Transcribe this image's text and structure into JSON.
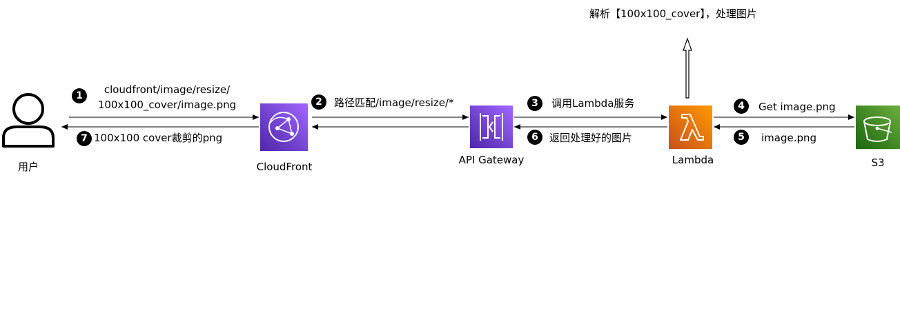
{
  "nodes": {
    "user": "用户",
    "cloudfront": "CloudFront",
    "api_gateway": "API Gateway",
    "lambda": "Lambda",
    "s3": "S3"
  },
  "top_note": "解析【100x100_cover】，处理图片",
  "steps": [
    {
      "num": "1",
      "line1": "cloudfront/image/resize/",
      "line2": "100x100_cover/image.png"
    },
    {
      "num": "2",
      "label": "路径匹配/image/resize/*"
    },
    {
      "num": "3",
      "label": "调用Lambda服务"
    },
    {
      "num": "4",
      "label": "Get image.png"
    },
    {
      "num": "5",
      "label": "image.png"
    },
    {
      "num": "6",
      "label": "返回处理好的图片"
    },
    {
      "num": "7",
      "label": "100x100 cover裁剪的png"
    }
  ],
  "colors": {
    "cloudfront": "#8C4FFF",
    "api_gateway": "#8C4FFF",
    "lambda": "#ED7100",
    "s3": "#3F8624"
  }
}
